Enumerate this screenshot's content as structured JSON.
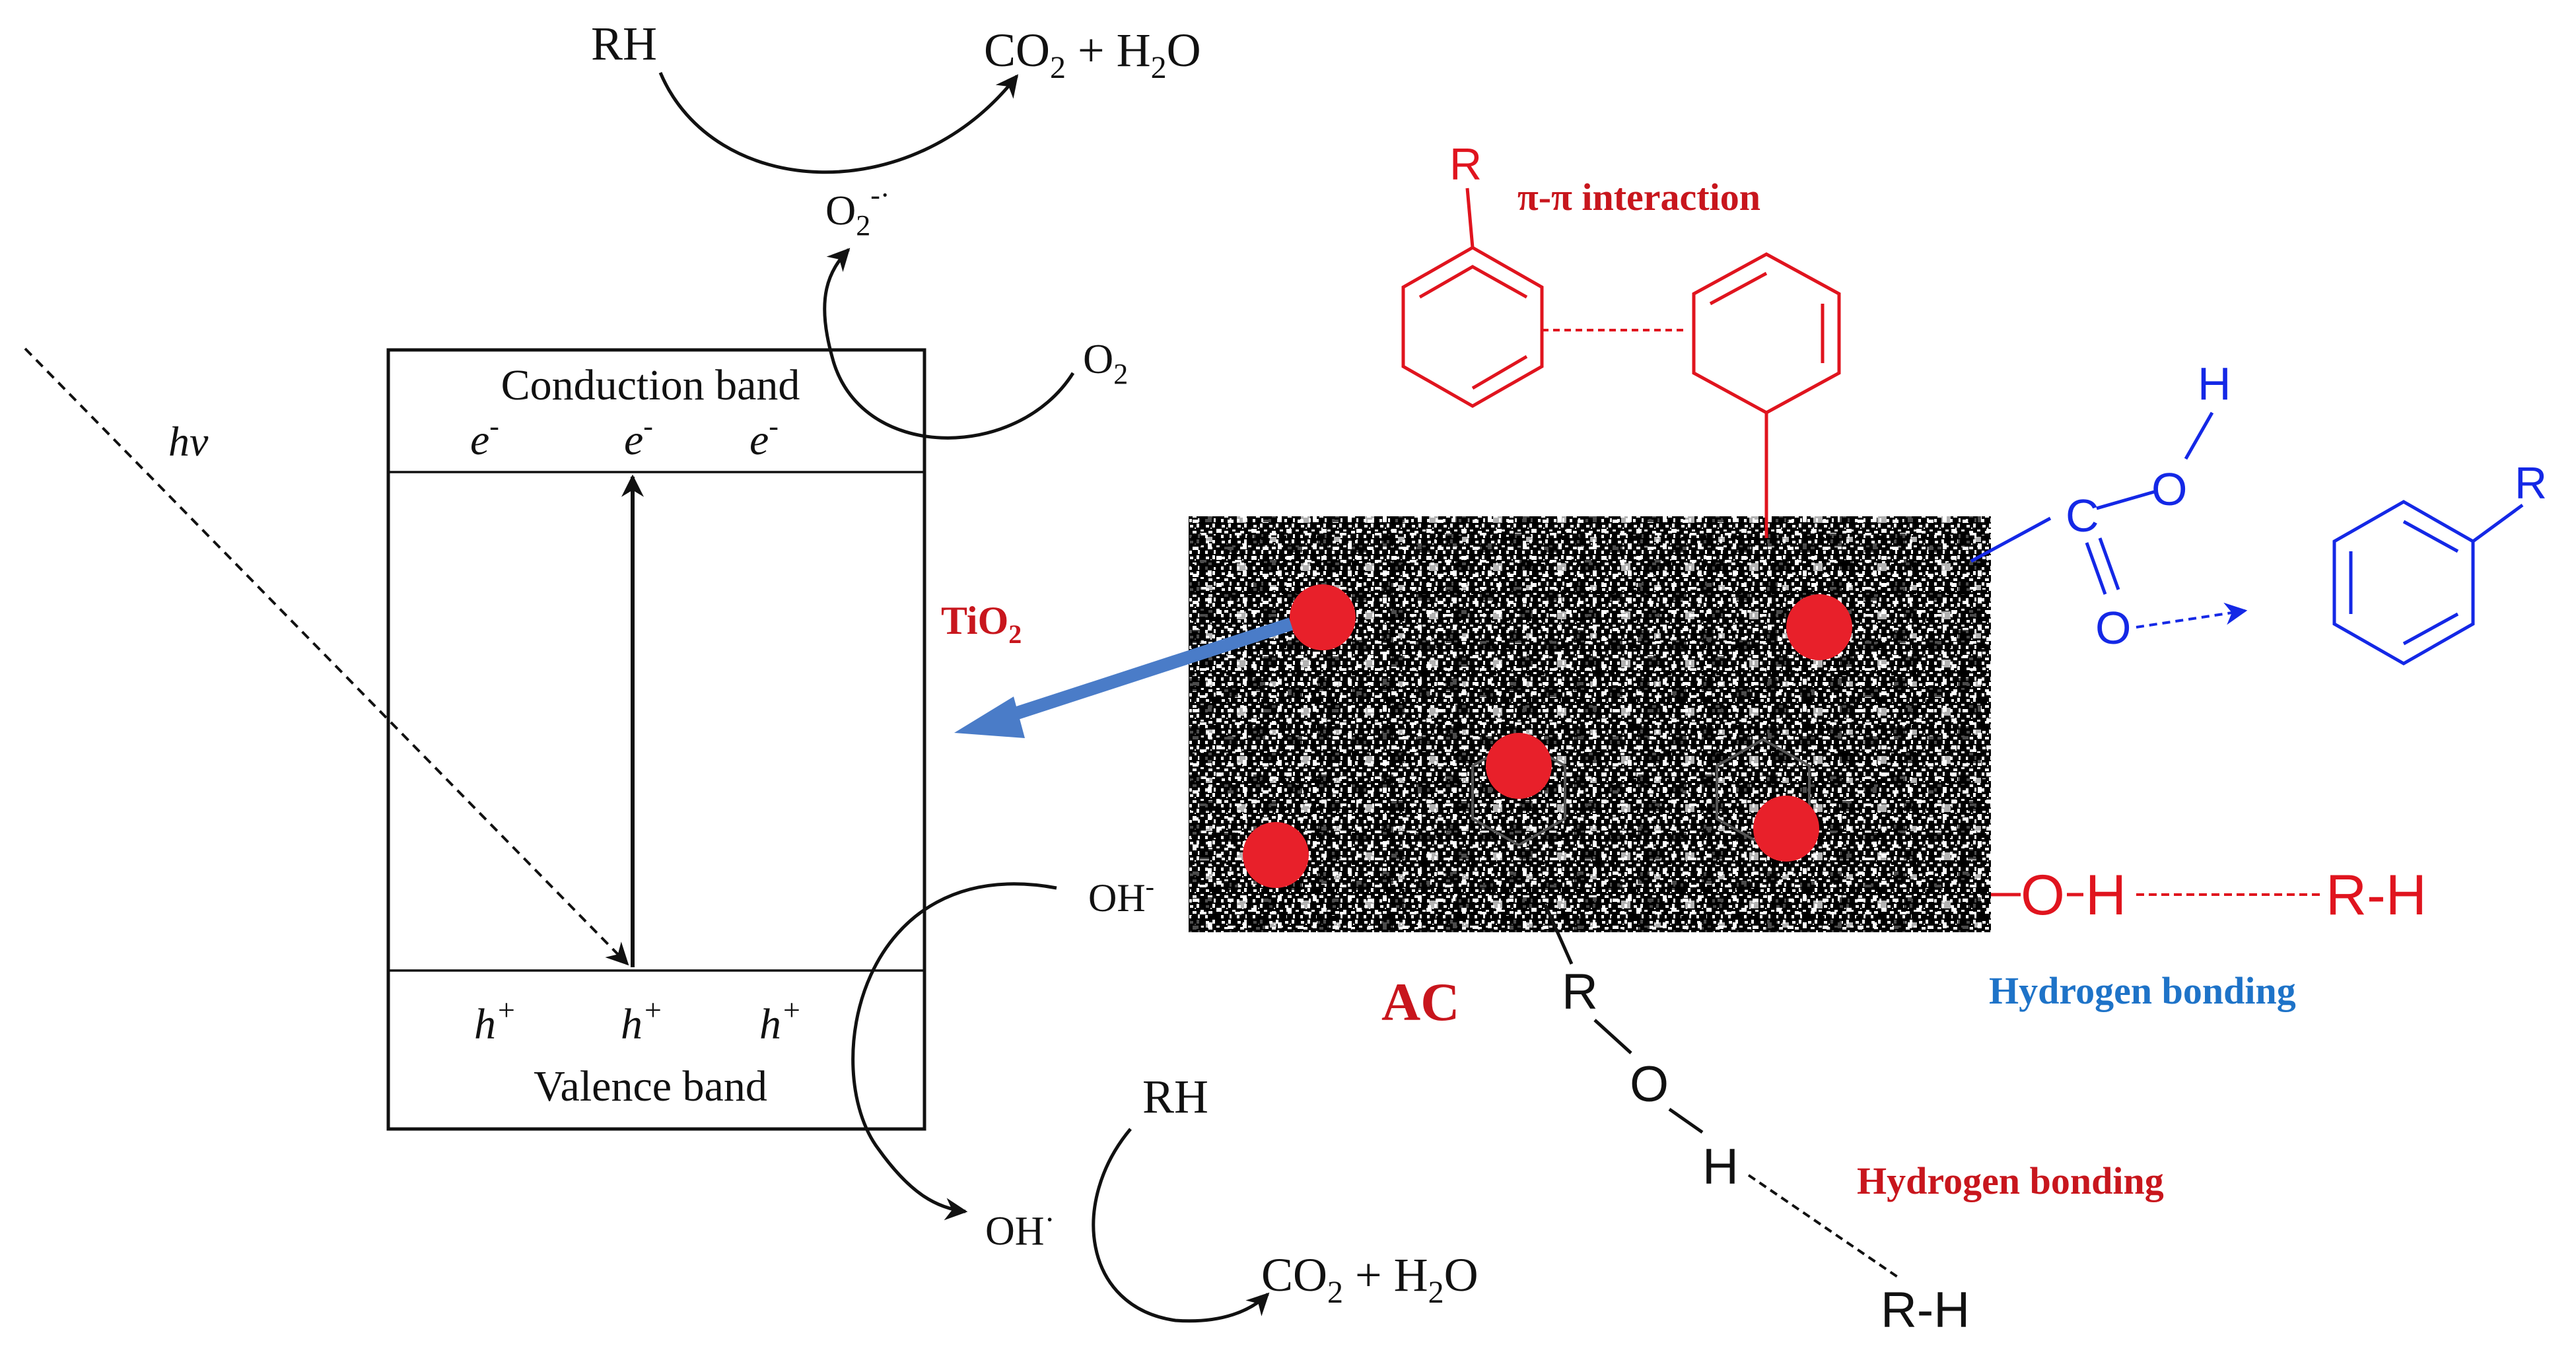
{
  "colors": {
    "ink": "#111111",
    "red": "#e0141e",
    "darkred": "#c8161d",
    "blue": "#1428e6",
    "lightblue": "#1e73c8",
    "arrowblue": "#4a7cc8",
    "bubble": "#e8202a"
  },
  "band": {
    "conduction_label": "Conduction band",
    "valence_label": "Valence band",
    "electron": "e",
    "electron_charge": "-",
    "hole": "h",
    "hole_charge": "+",
    "light": "hv"
  },
  "reactions": {
    "top_reactant": "RH",
    "top_product_co": "CO",
    "top_product_sub": "2",
    "top_product_rest": " + H",
    "top_product_sub2": "2",
    "top_product_end": "O",
    "superoxide_base": "O",
    "superoxide_sub": "2",
    "superoxide_sup": "-·",
    "oxygen_base": "O",
    "oxygen_sub": "2",
    "hydroxide": "OH",
    "hydroxide_sup": "-",
    "radical_base": "OH",
    "radical_sup": "·",
    "bottom_reactant": "RH",
    "bottom_product_co": "CO",
    "bottom_product_sub": "2",
    "bottom_product_rest": " + H",
    "bottom_product_sub2": "2",
    "bottom_product_end": "O"
  },
  "adsorption": {
    "tio2_base": "TiO",
    "tio2_sub": "2",
    "ac_label": "AC",
    "pi_label": "π-π interaction",
    "hbond_blue": "Hydrogen bonding",
    "hbond_red": "Hydrogen bonding",
    "r_top": "R",
    "r_right": "R",
    "r_bottom": "R",
    "h_carboxyl": "H",
    "o_carboxyl": "O",
    "c_carboxyl": "C",
    "o_carbonyl": "O",
    "oh_o": "O",
    "oh_h": "H",
    "rh_right": "R-H",
    "roh_o": "O",
    "roh_h": "H",
    "rh_bottom": "R-H"
  }
}
